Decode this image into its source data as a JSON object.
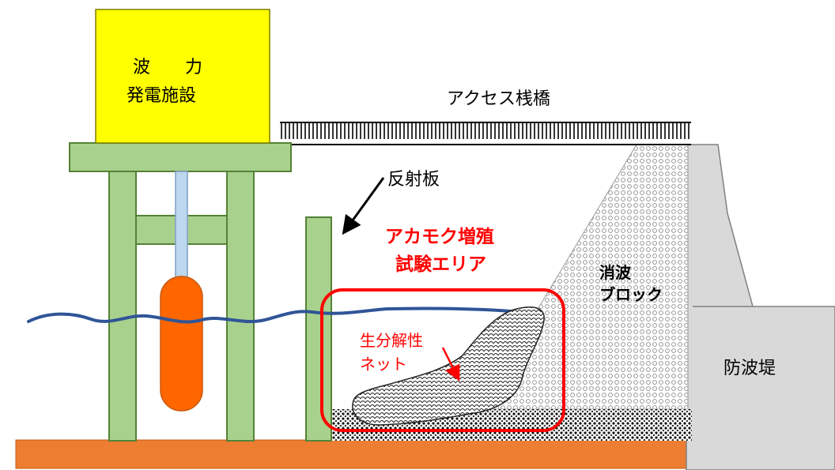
{
  "labels": {
    "power_plant_line1": "波　　力",
    "power_plant_line2": "発電施設",
    "access_bridge": "アクセス桟橋",
    "reflector": "反射板",
    "test_area_line1": "アカモク増殖",
    "test_area_line2": "試験エリア",
    "wave_block_line1": "消波",
    "wave_block_line2": "ブロック",
    "net_line1": "生分解性",
    "net_line2": "ネット",
    "breakwater": "防波堤"
  },
  "colors": {
    "power_plant_box": "#ffff00",
    "frame_green": "#a9d18e",
    "frame_outline": "#548235",
    "float_orange": "#ff6600",
    "rod_blue": "#bdd7ee",
    "seabed_orange": "#ed7d31",
    "water_line": "#2f5597",
    "highlight_red": "#ff0000",
    "breakwater_gray": "#d9d9d9"
  }
}
